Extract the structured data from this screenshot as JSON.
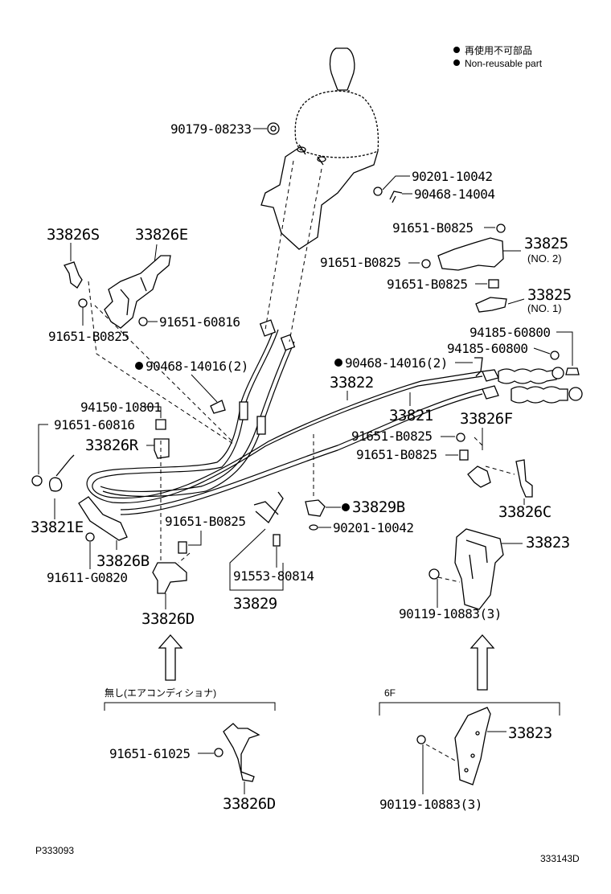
{
  "legend": {
    "items": [
      {
        "bullet": "●",
        "text": "再使用不可部品"
      },
      {
        "bullet": "●",
        "text": "Non-reusable part"
      }
    ]
  },
  "labels": {
    "p90179_08233": "90179-08233",
    "p90201_10042_top": "90201-10042",
    "p90468_14004": "90468-14004",
    "p33826S": "33826S",
    "p33826E": "33826E",
    "p91651_B0825_a": "91651-B0825",
    "p91651_60816_a": "91651-60816",
    "p91651_B0825_top": "91651-B0825",
    "p91651_B0825_mid": "91651-B0825",
    "p91651_B0825_low": "91651-B0825",
    "p33825_no2": "33825",
    "p33825_no2_sub": "(NO. 2)",
    "p33825_no1": "33825",
    "p33825_no1_sub": "(NO. 1)",
    "p94185_60800_a": "94185-60800",
    "p94185_60800_b": "94185-60800",
    "p90468_14016_left": "90468-14016(2)",
    "p90468_14016_right": "90468-14016(2)",
    "p33822": "33822",
    "p33821": "33821",
    "p94150_10801": "94150-10801",
    "p91651_60816_b": "91651-60816",
    "p33826R": "33826R",
    "p33826F": "33826F",
    "p91651_B0825_f1": "91651-B0825",
    "p91651_B0825_f2": "91651-B0825",
    "p33821E": "33821E",
    "p33826B": "33826B",
    "p91611_G0820": "91611-G0820",
    "p91651_B0825_c": "91651-B0825",
    "p91553_80814": "91553-80814",
    "p33829": "33829",
    "p33829B": "33829B",
    "p90201_10042_low": "90201-10042",
    "p33826C": "33826C",
    "p33823": "33823",
    "p90119_10883": "90119-10883(3)",
    "p33826D": "33826D",
    "box_left_title": "無し(エアコンディショナ)",
    "box_left_part": "91651-61025",
    "box_left_label": "33826D",
    "box_right_title": "6F",
    "box_right_part": "90119-10883(3)",
    "box_right_label": "33823"
  },
  "footer": {
    "left_code": "P333093",
    "right_code": "333143D"
  }
}
